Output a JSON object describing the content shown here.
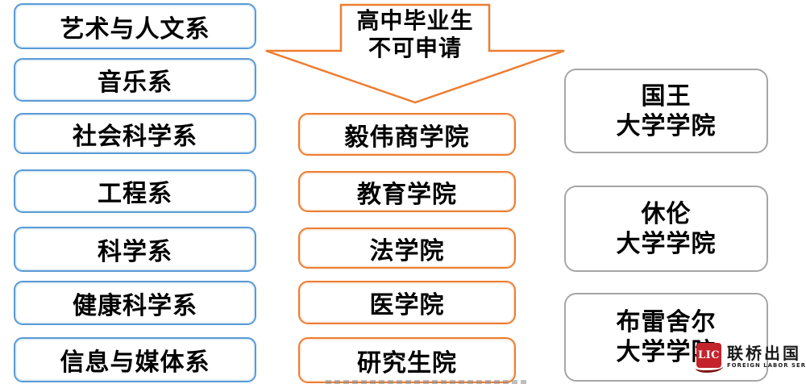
{
  "diagram": {
    "arrow_note": {
      "line1": "高中毕业生",
      "line2": "不可申请"
    },
    "left_column": [
      "艺术与人文系",
      "音乐系",
      "社会科学系",
      "工程系",
      "科学系",
      "健康科学系",
      "信息与媒体系"
    ],
    "middle_column": [
      "毅伟商学院",
      "教育学院",
      "法学院",
      "医学院",
      "研究生院"
    ],
    "right_column": [
      {
        "line1": "国王",
        "line2": "大学学院"
      },
      {
        "line1": "休伦",
        "line2": "大学学院"
      },
      {
        "line1": "布雷舍尔",
        "line2": "大学学院"
      }
    ]
  },
  "logo": {
    "badge": "LIC",
    "name": "联桥出国",
    "tagline": "FOREIGN LABOR SERVICE"
  },
  "colors": {
    "blue_border": "#5B9BD5",
    "orange_border": "#ED7D31",
    "gray_border": "#A6A6A6",
    "logo_red": "#C4232B",
    "text": "#000000",
    "background": "#FFFFFF"
  }
}
